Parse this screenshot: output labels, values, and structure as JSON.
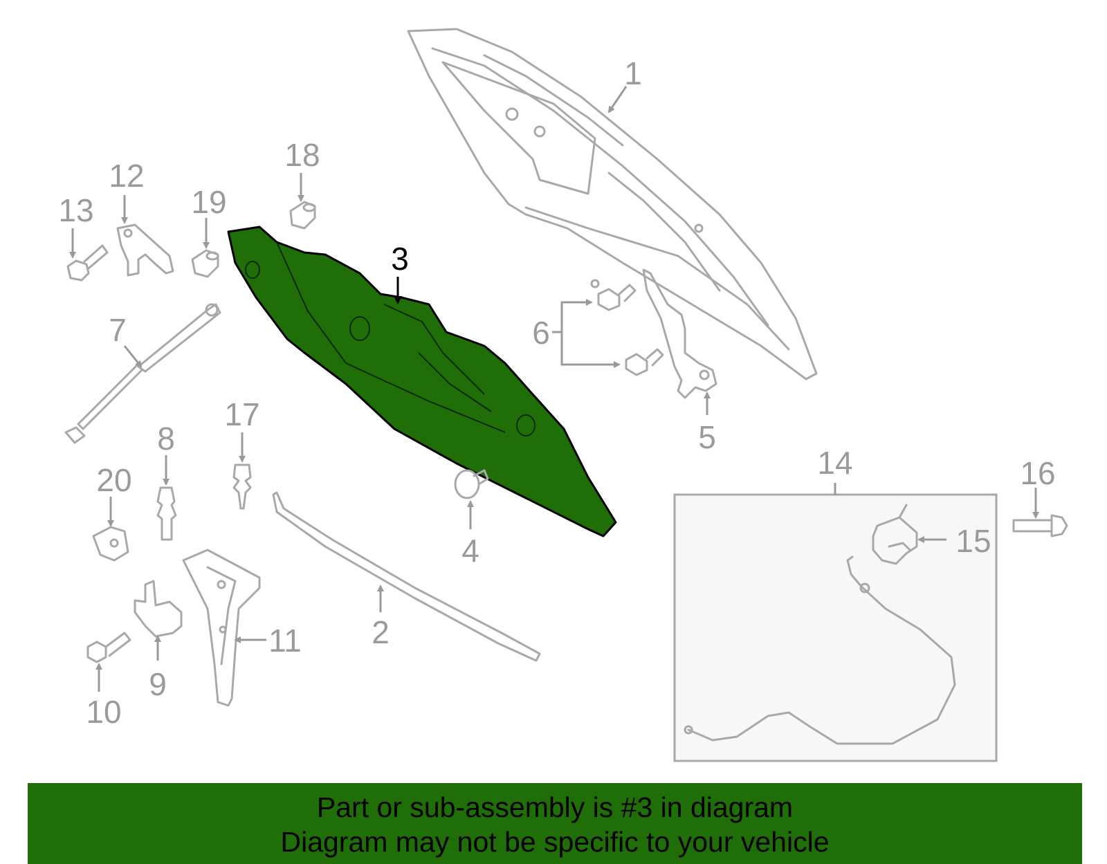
{
  "colors": {
    "highlight_fill": "#1f6e08",
    "highlight_stroke": "#000000",
    "part_stroke": "#a8a8a8",
    "banner_bg": "#1f6e08",
    "kit_box_bg": "#f7f7f7"
  },
  "callouts": {
    "n1": "1",
    "n2": "2",
    "n3": "3",
    "n4": "4",
    "n5": "5",
    "n6": "6",
    "n7": "7",
    "n8": "8",
    "n9": "9",
    "n10": "10",
    "n11": "11",
    "n12": "12",
    "n13": "13",
    "n14": "14",
    "n15": "15",
    "n16": "16",
    "n17": "17",
    "n18": "18",
    "n19": "19",
    "n20": "20"
  },
  "highlighted_part": "3",
  "banner": {
    "line1": "Part or sub-assembly is #3 in diagram",
    "line2": "Diagram may not be specific to your vehicle"
  }
}
